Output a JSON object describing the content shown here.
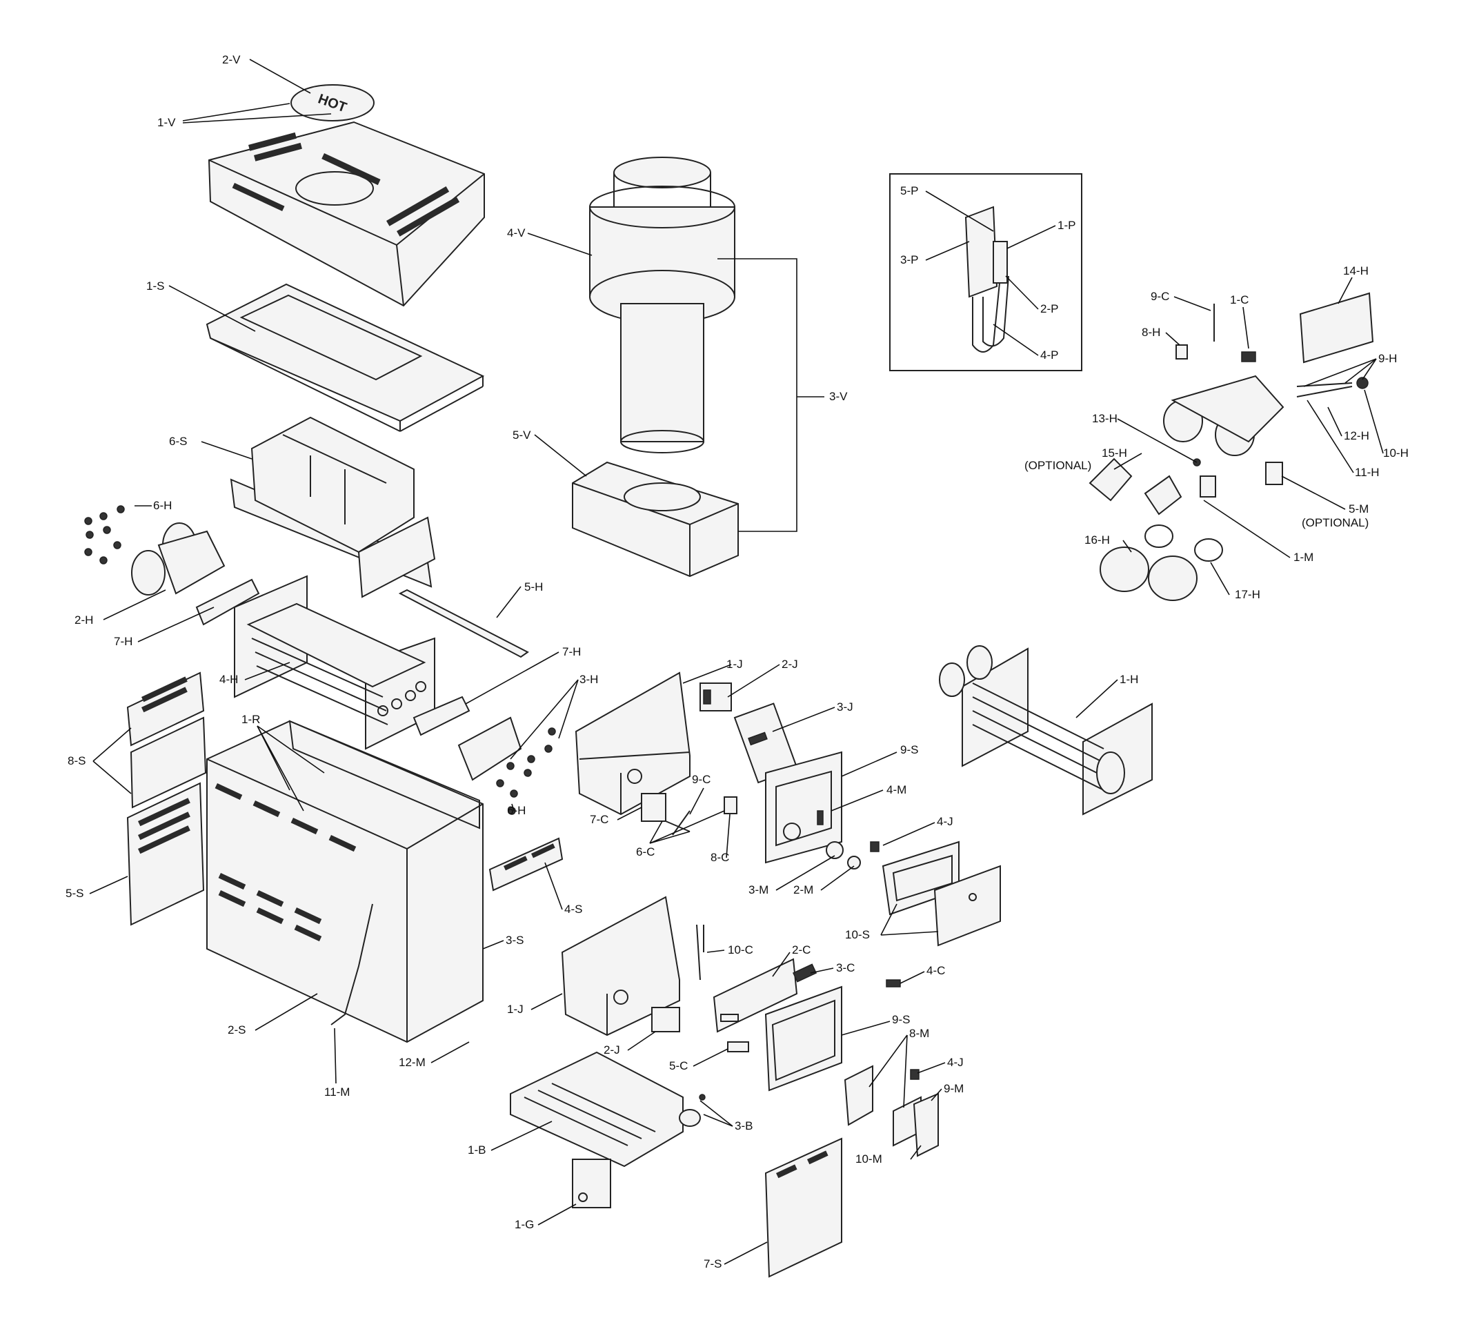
{
  "diagram": {
    "hot_mark": "HOT",
    "labels": [
      {
        "id": "2-V",
        "text": "2-V"
      },
      {
        "id": "1-V",
        "text": "1-V"
      },
      {
        "id": "1-S",
        "text": "1-S"
      },
      {
        "id": "4-V",
        "text": "4-V"
      },
      {
        "id": "3-V",
        "text": "3-V"
      },
      {
        "id": "5-V",
        "text": "5-V"
      },
      {
        "id": "6-S",
        "text": "6-S"
      },
      {
        "id": "6-H-a",
        "text": "6-H"
      },
      {
        "id": "2-H",
        "text": "2-H"
      },
      {
        "id": "7-H-a",
        "text": "7-H"
      },
      {
        "id": "5-H",
        "text": "5-H"
      },
      {
        "id": "7-H-b",
        "text": "7-H"
      },
      {
        "id": "4-H",
        "text": "4-H"
      },
      {
        "id": "3-H",
        "text": "3-H"
      },
      {
        "id": "8-S",
        "text": "8-S"
      },
      {
        "id": "1-R",
        "text": "1-R"
      },
      {
        "id": "6-H-b",
        "text": "6-H"
      },
      {
        "id": "5-S",
        "text": "5-S"
      },
      {
        "id": "4-S",
        "text": "4-S"
      },
      {
        "id": "3-S",
        "text": "3-S"
      },
      {
        "id": "2-S",
        "text": "2-S"
      },
      {
        "id": "11-M",
        "text": "11-M"
      },
      {
        "id": "12-M",
        "text": "12-M"
      },
      {
        "id": "1-J-a",
        "text": "1-J"
      },
      {
        "id": "2-J-a",
        "text": "2-J"
      },
      {
        "id": "3-J",
        "text": "3-J"
      },
      {
        "id": "9-C-b",
        "text": "9-C"
      },
      {
        "id": "7-C",
        "text": "7-C"
      },
      {
        "id": "8-C",
        "text": "8-C"
      },
      {
        "id": "6-C",
        "text": "6-C"
      },
      {
        "id": "9-S-a",
        "text": "9-S"
      },
      {
        "id": "4-M",
        "text": "4-M"
      },
      {
        "id": "4-J-a",
        "text": "4-J"
      },
      {
        "id": "3-M",
        "text": "3-M"
      },
      {
        "id": "2-M",
        "text": "2-M"
      },
      {
        "id": "10-S",
        "text": "10-S"
      },
      {
        "id": "10-C",
        "text": "10-C"
      },
      {
        "id": "2-C",
        "text": "2-C"
      },
      {
        "id": "3-C",
        "text": "3-C"
      },
      {
        "id": "4-C",
        "text": "4-C"
      },
      {
        "id": "1-J-b",
        "text": "1-J"
      },
      {
        "id": "2-J-b",
        "text": "2-J"
      },
      {
        "id": "5-C",
        "text": "5-C"
      },
      {
        "id": "9-S-b",
        "text": "9-S"
      },
      {
        "id": "8-M",
        "text": "8-M"
      },
      {
        "id": "4-J-b",
        "text": "4-J"
      },
      {
        "id": "9-M",
        "text": "9-M"
      },
      {
        "id": "10-M",
        "text": "10-M"
      },
      {
        "id": "3-B",
        "text": "3-B"
      },
      {
        "id": "1-B",
        "text": "1-B"
      },
      {
        "id": "1-G",
        "text": "1-G"
      },
      {
        "id": "7-S",
        "text": "7-S"
      },
      {
        "id": "1-H",
        "text": "1-H"
      },
      {
        "id": "5-P",
        "text": "5-P"
      },
      {
        "id": "1-P",
        "text": "1-P"
      },
      {
        "id": "3-P",
        "text": "3-P"
      },
      {
        "id": "2-P",
        "text": "2-P"
      },
      {
        "id": "4-P",
        "text": "4-P"
      },
      {
        "id": "9-C-a",
        "text": "9-C"
      },
      {
        "id": "1-C",
        "text": "1-C"
      },
      {
        "id": "14-H",
        "text": "14-H"
      },
      {
        "id": "8-H",
        "text": "8-H"
      },
      {
        "id": "9-H",
        "text": "9-H"
      },
      {
        "id": "13-H",
        "text": "13-H"
      },
      {
        "id": "12-H",
        "text": "12-H"
      },
      {
        "id": "10-H",
        "text": "10-H"
      },
      {
        "id": "11-H",
        "text": "11-H"
      },
      {
        "id": "15-H",
        "text": "15-H"
      },
      {
        "id": "15-H-opt",
        "text": "(OPTIONAL)"
      },
      {
        "id": "5-M",
        "text": "5-M"
      },
      {
        "id": "5-M-opt",
        "text": "(OPTIONAL)"
      },
      {
        "id": "16-H",
        "text": "16-H"
      },
      {
        "id": "1-M",
        "text": "1-M"
      },
      {
        "id": "17-H",
        "text": "17-H"
      }
    ]
  }
}
